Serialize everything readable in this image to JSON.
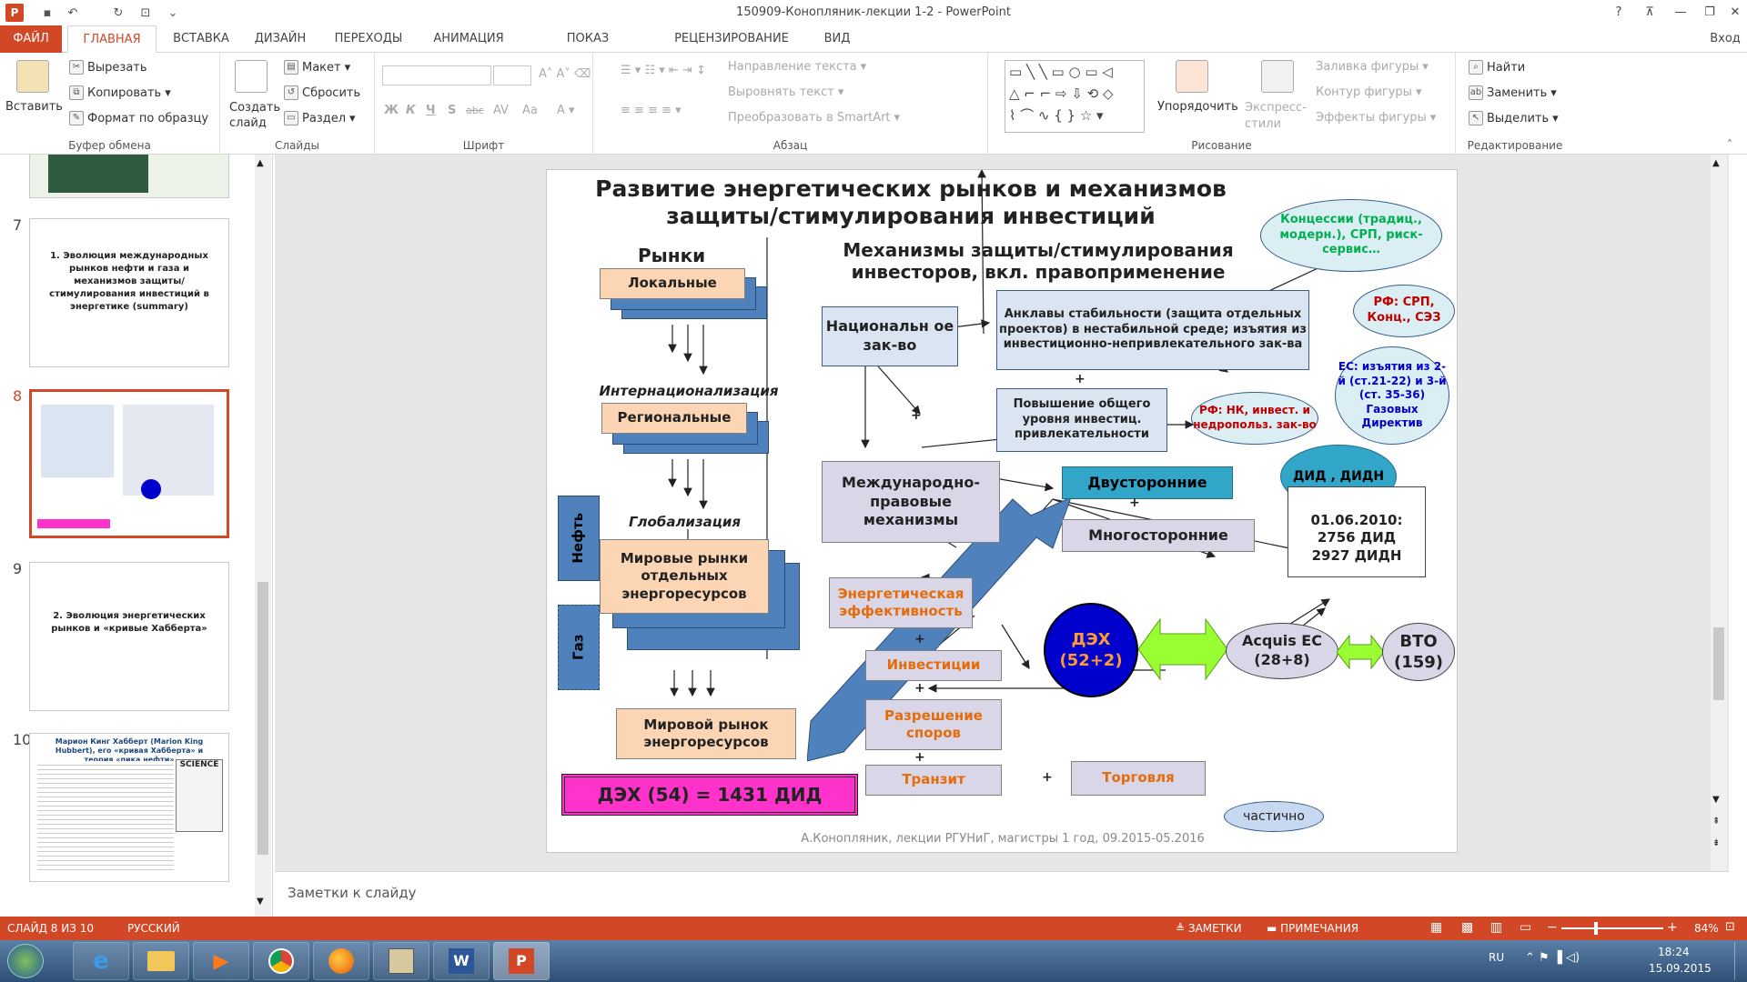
{
  "window": {
    "title": "150909-Конопляник-лекции 1-2 - PowerPoint",
    "user": "Вход"
  },
  "tabs": [
    "ФАЙЛ",
    "ГЛАВНАЯ",
    "ВСТАВКА",
    "ДИЗАЙН",
    "ПЕРЕХОДЫ",
    "АНИМАЦИЯ",
    "ПОКАЗ СЛАЙДОВ",
    "РЕЦЕНЗИРОВАНИЕ",
    "ВИД"
  ],
  "ribbon": {
    "clipboard": {
      "paste": "Вставить",
      "cut": "Вырезать",
      "copy": "Копировать",
      "format": "Формат по образцу",
      "label": "Буфер обмена"
    },
    "slides": {
      "new": "Создать слайд",
      "layout": "Макет",
      "reset": "Сбросить",
      "section": "Раздел",
      "label": "Слайды"
    },
    "font": {
      "label": "Шрифт",
      "bold": "Ж",
      "italic": "К",
      "underline": "Ч",
      "strike": "S",
      "abc": "abc",
      "spacing": "AV",
      "case": "Aa"
    },
    "paragraph": {
      "direction": "Направление текста",
      "align": "Выровнять текст",
      "smartart": "Преобразовать в SmartArt",
      "label": "Абзац"
    },
    "drawing": {
      "arrange": "Упорядочить",
      "styles": "Экспресс-стили",
      "fill": "Заливка фигуры",
      "outline": "Контур фигуры",
      "effects": "Эффекты фигуры",
      "label": "Рисование"
    },
    "editing": {
      "find": "Найти",
      "replace": "Заменить",
      "select": "Выделить",
      "label": "Редактирование"
    }
  },
  "thumbnails": [
    {
      "num": "7",
      "text": "1. Эволюция международных рынков нефти и газа и механизмов защиты/стимулирования инвестиций в энергетике (summary)"
    },
    {
      "num": "8",
      "text": ""
    },
    {
      "num": "9",
      "text": "2. Эволюция энергетических рынков и «кривые Хабберта»"
    },
    {
      "num": "10",
      "text": "Марион Кинг Хабберт (Marion King Hubbert), его «кривая Хабберта» и теория «пика нефти»"
    }
  ],
  "thumb10": {
    "science": "SCIENCE"
  },
  "slide": {
    "title1": "Развитие энергетических рынков и механизмов",
    "title2": "защиты/стимулирования инвестиций",
    "markets": "Рынки",
    "mech1": "Механизмы защиты/стимулирования",
    "mech2": "инвесторов, вкл. правоприменение",
    "local": "Локальные",
    "internat": "Интернационализация",
    "regional": "Региональные",
    "global": "Глобализация",
    "oil": "Нефть",
    "gas": "Газ",
    "world_sep": "Мировые рынки отдельных энергоресурсов",
    "world": "Мировой рынок энергоресурсов",
    "ect_count": "ДЭХ (54) = 1431 ДИД",
    "national": "Национальн ое зак-во",
    "enclaves": "Анклавы стабильности (защита отдельных проектов) в нестабильной среде; изъятия из инвестиционно-непривлекательного зак-ва",
    "improve": "Повышение общего уровня инвестиц. привлекательности",
    "concessions": "Концессии (традиц., модерн.), СРП, риск-сервис…",
    "rf_srp": "РФ: СРП, Конц., СЭЗ",
    "eu": "ЕС: изъятия из 2-й (ст.21-22) и 3-й (ст. 35-36) Газовых Директив",
    "rf_nk": "РФ: НК, инвест. и недропольз. зак-во",
    "intl": "Международно-правовые механизмы",
    "bilateral": "Двусторонние",
    "multilateral": "Многосторонние",
    "did": "ДИД , ДИДН",
    "did_stats1": "01.06.2010:",
    "did_stats2": "2756 ДИД",
    "did_stats3": "2927 ДИДН",
    "energy_eff": "Энергетическая эффективность",
    "investments": "Инвестиции",
    "disputes": "Разрешение споров",
    "transit": "Транзит",
    "trade": "Торговля",
    "ect": "ДЭХ (52+2)",
    "acquis": "Acquis ЕС (28+8)",
    "wto": "ВТО (159)",
    "partial": "частично",
    "plus": "+",
    "footer": "А.Конопляник, лекции РГУНиГ, магистры 1 год, 09.2015-05.2016"
  },
  "notes_placeholder": "Заметки к слайду",
  "status": {
    "slide": "СЛАЙД 8 ИЗ 10",
    "lang": "РУССКИЙ",
    "notes": "ЗАМЕТКИ",
    "comments": "ПРИМЕЧАНИЯ",
    "zoom": "84%"
  },
  "taskbar": {
    "lang": "RU",
    "time": "18:24",
    "date": "15.09.2015"
  },
  "colors": {
    "accent": "#d24726",
    "stack": "#4f81bd",
    "ect": "#0000cc",
    "green": "#99ff33"
  }
}
